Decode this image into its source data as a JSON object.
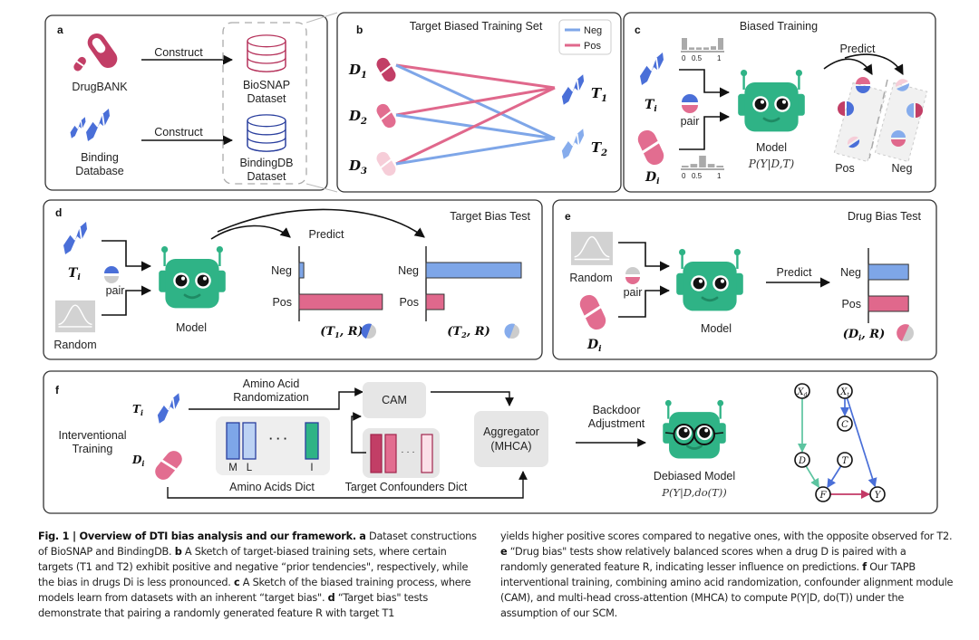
{
  "panels": {
    "a": {
      "label": "a",
      "sources": [
        {
          "name": "DrugBANK",
          "icon": "drug-capsule-icon",
          "arrow_label": "Construct",
          "dataset_line1": "BioSNAP",
          "dataset_line2": "Dataset",
          "dataset_color": "#b5315a"
        },
        {
          "name_line1": "Binding",
          "name_line2": "Database",
          "icon": "protein-target-icon",
          "arrow_label": "Construct",
          "dataset_line1": "BindingDB",
          "dataset_line2": "Dataset",
          "dataset_color": "#2a3f9e"
        }
      ]
    },
    "b": {
      "label": "b",
      "title": "Target Biased Training Set",
      "legend": {
        "neg": "Neg",
        "pos": "Pos"
      },
      "drugs": [
        "D",
        "D",
        "D"
      ],
      "drug_subs": [
        "1",
        "2",
        "3"
      ],
      "targets": [
        "T",
        "T"
      ],
      "target_subs": [
        "1",
        "2"
      ],
      "edges": [
        {
          "from": "D1",
          "to": "T1",
          "type": "Pos"
        },
        {
          "from": "D1",
          "to": "T2",
          "type": "Neg"
        },
        {
          "from": "D2",
          "to": "T1",
          "type": "Pos"
        },
        {
          "from": "D2",
          "to": "T2",
          "type": "Neg"
        },
        {
          "from": "D3",
          "to": "T1",
          "type": "Pos"
        },
        {
          "from": "D3",
          "to": "T2",
          "type": "Neg"
        }
      ]
    },
    "c": {
      "label": "c",
      "title": "Biased Training",
      "target_label": "T",
      "target_sub": "i",
      "drug_label": "D",
      "drug_sub": "i",
      "pair_label": "pair",
      "hist_ticks": [
        "0",
        "0.5",
        "1"
      ],
      "target_hist": [
        1.0,
        0.2,
        0.2,
        0.2,
        0.3,
        1.0
      ],
      "drug_hist": [
        0.15,
        0.3,
        1.0,
        0.3,
        0.15
      ],
      "model_label": "Model",
      "model_formula": "P(Y|D,T)",
      "predict_label": "Predict",
      "pos_label": "Pos",
      "neg_label": "Neg"
    },
    "d": {
      "label": "d",
      "title": "Target Bias Test",
      "target_label": "T",
      "target_sub": "i",
      "pair_label": "pair",
      "random_label": "Random",
      "model_label": "Model",
      "predict_label": "Predict",
      "results": [
        {
          "pair_text": "(T1, R)",
          "t": "T",
          "sub": "1",
          "r": "R",
          "bars": [
            {
              "label": "Neg",
              "value": 0.05
            },
            {
              "label": "Pos",
              "value": 0.9
            }
          ]
        },
        {
          "pair_text": "(T2, R)",
          "t": "T",
          "sub": "2",
          "r": "R",
          "bars": [
            {
              "label": "Neg",
              "value": 1.0
            },
            {
              "label": "Pos",
              "value": 0.19
            }
          ]
        }
      ]
    },
    "e": {
      "label": "e",
      "title": "Drug Bias Test",
      "random_label": "Random",
      "pair_label": "pair",
      "drug_label": "D",
      "drug_sub": "i",
      "model_label": "Model",
      "predict_label": "Predict",
      "result": {
        "pair_text": "(Di, R)",
        "d": "D",
        "sub": "i",
        "r": "R",
        "bars": [
          {
            "label": "Neg",
            "value": 0.85
          },
          {
            "label": "Pos",
            "value": 0.85
          }
        ]
      }
    },
    "f": {
      "label": "f",
      "title_line1": "Interventional",
      "title_line2": "Training",
      "target_label": "T",
      "target_sub": "i",
      "drug_label": "D",
      "drug_sub": "i",
      "randomization_line1": "Amino Acid",
      "randomization_line2": "Randomization",
      "cam_label": "CAM",
      "aggregator_line1": "Aggregator",
      "aggregator_line2": "(MHCA)",
      "amino_dict_label": "Amino Acids Dict",
      "amino_letters": [
        "M",
        "L",
        "I"
      ],
      "confounders_label": "Target Confounders Dict",
      "backdoor_line1": "Backdoor",
      "backdoor_line2": "Adjustment",
      "debiased_label": "Debiased Model",
      "debiased_formula": "P(Y|D,do(T))",
      "scm": {
        "nodes": [
          "Xd",
          "Xt",
          "C",
          "D",
          "T",
          "F",
          "Y"
        ],
        "edges": [
          {
            "from": "Xd",
            "to": "D",
            "color": "#5cc4a0"
          },
          {
            "from": "Xt",
            "to": "C",
            "color": "#4a6fd8"
          },
          {
            "from": "Xt",
            "to": "Y",
            "color": "#4a6fd8"
          },
          {
            "from": "D",
            "to": "F",
            "color": "#5cc4a0"
          },
          {
            "from": "T",
            "to": "F",
            "color": "#4a6fd8"
          },
          {
            "from": "F",
            "to": "Y",
            "color": "#c33a66"
          }
        ]
      }
    }
  },
  "colors": {
    "neg": "#7ea6e8",
    "pos": "#e0688c",
    "drug_dark": "#c23e66",
    "drug_mid": "#e26d90",
    "drug_light": "#f6cdd8",
    "target_dark": "#4a6fd8",
    "target_light": "#86acec",
    "robot": "#2fb386",
    "robot_dark": "#239a71"
  },
  "caption": {
    "fig_label": "Fig. 1 | Overview of DTI bias analysis and our framework.",
    "left_parts": [
      {
        "b": "a",
        "t": " Dataset constructions of BioSNAP and BindingDB. "
      },
      {
        "b": "b",
        "t": " A Sketch of target-biased training sets, where certain targets (T1 and T2) exhibit positive and negative “prior tendencies\", respectively, while the bias in drugs Di is less pronounced. "
      },
      {
        "b": "c",
        "t": " A Sketch of the biased training process, where models learn from datasets with an inherent “target bias\". "
      },
      {
        "b": "d",
        "t": " “Target bias\" tests demonstrate that pairing a randomly generated feature R with target T1"
      }
    ],
    "right_parts": [
      {
        "b": "",
        "t": "yields higher positive scores compared to negative ones, with the opposite observed for T2. "
      },
      {
        "b": "e",
        "t": " “Drug bias\" tests show relatively balanced scores when a drug D is paired with a randomly generated feature R, indicating lesser influence on predictions. "
      },
      {
        "b": "f",
        "t": " Our TAPB interventional training, combining amino acid randomization, confounder alignment module (CAM), and multi-head cross-attention (MHCA) to compute P(Y|D, do(T)) under the assumption of our SCM."
      }
    ]
  }
}
